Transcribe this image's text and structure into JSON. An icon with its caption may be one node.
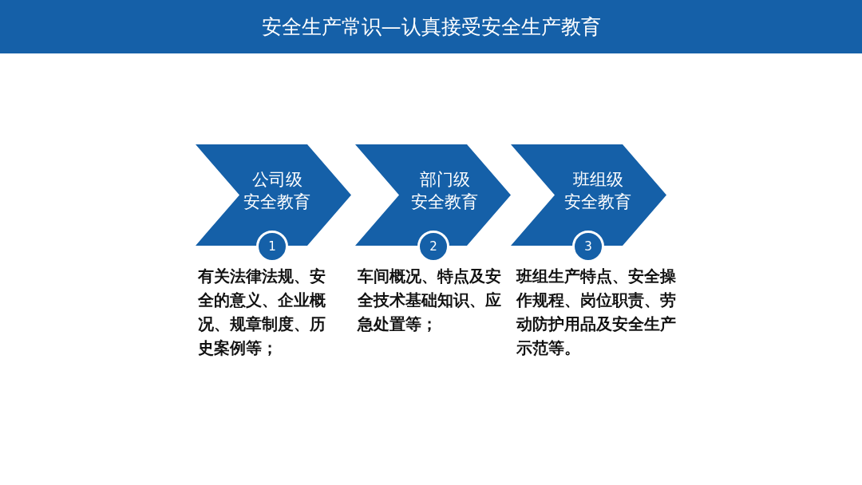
{
  "diagram": {
    "title": "安全生产常识—认真接受安全生产教育",
    "nodes": [
      {
        "text": [
          "公司级",
          "安全教育"
        ]
      },
      {
        "text": [
          "1"
        ],
        "beside": [
          "有关法律法规、安全的意义、企业概况、规章制度、历史案例等；"
        ]
      },
      {
        "text": [
          "部门级",
          "安全教育"
        ]
      },
      {
        "text": [
          "2"
        ],
        "beside": [
          "车间概况、特点及安全技术基础知识、应急处置等；"
        ]
      },
      {
        "text": [
          "班组级",
          "安全教育"
        ]
      },
      {
        "text": [
          "3"
        ],
        "beside": [
          "班组生产特点、安全操作规程、岗位职责、劳动防护用品及安全生产示范等。"
        ]
      }
    ],
    "edges": []
  }
}
